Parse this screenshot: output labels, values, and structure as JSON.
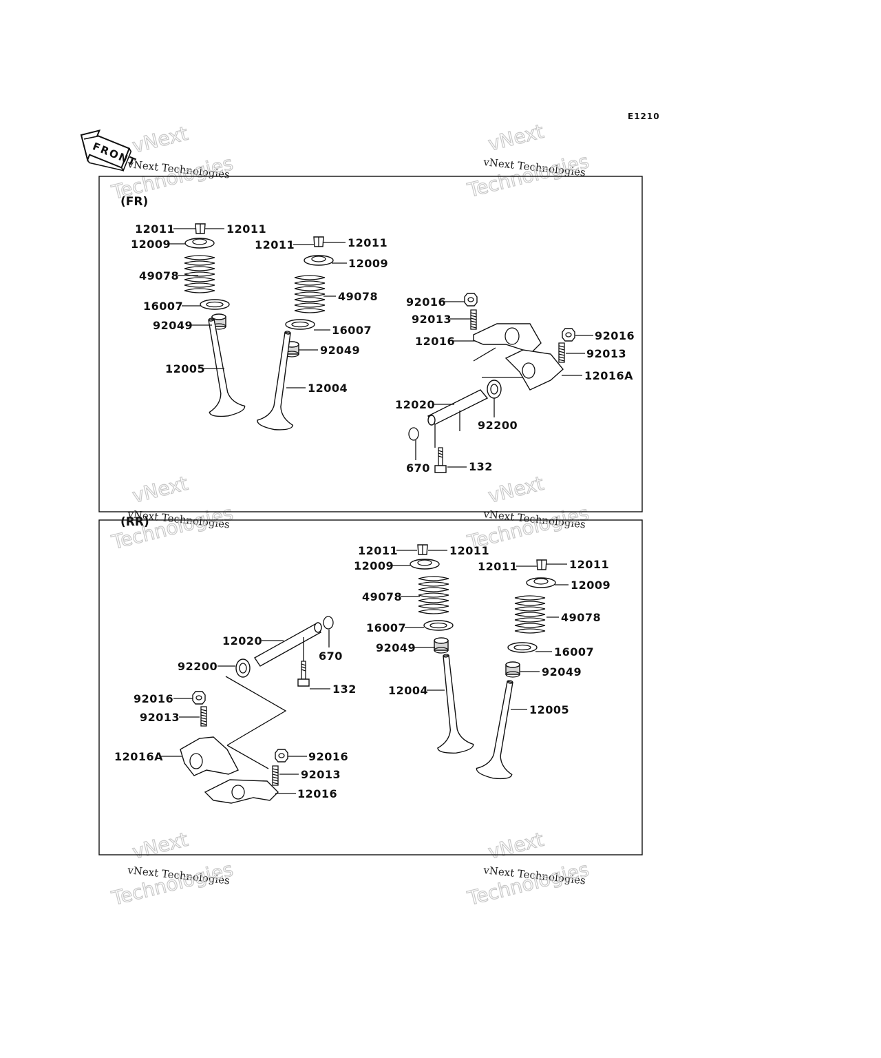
{
  "diagram_code": "E1210",
  "front_label": "FRONT",
  "watermark": {
    "line1": "vNext Technologies",
    "line2": "vNext",
    "line3": "Technologies"
  },
  "sections": [
    {
      "id": "fr",
      "label": "(FR)"
    },
    {
      "id": "rr",
      "label": "(RR)"
    }
  ],
  "callouts": [
    "12011",
    "12011",
    "12009",
    "49078",
    "16007",
    "92049",
    "12005",
    "12011",
    "12011",
    "12009",
    "49078",
    "16007",
    "92049",
    "12004",
    "92016",
    "92013",
    "12016",
    "92016",
    "92013",
    "12016A",
    "12020",
    "92200",
    "670",
    "132",
    "12011",
    "12011",
    "12009",
    "49078",
    "16007",
    "92049",
    "12004",
    "12011",
    "12011",
    "12009",
    "49078",
    "16007",
    "92049",
    "12005",
    "12020",
    "670",
    "92200",
    "132",
    "92016",
    "92013",
    "12016A",
    "92016",
    "92013",
    "12016"
  ]
}
